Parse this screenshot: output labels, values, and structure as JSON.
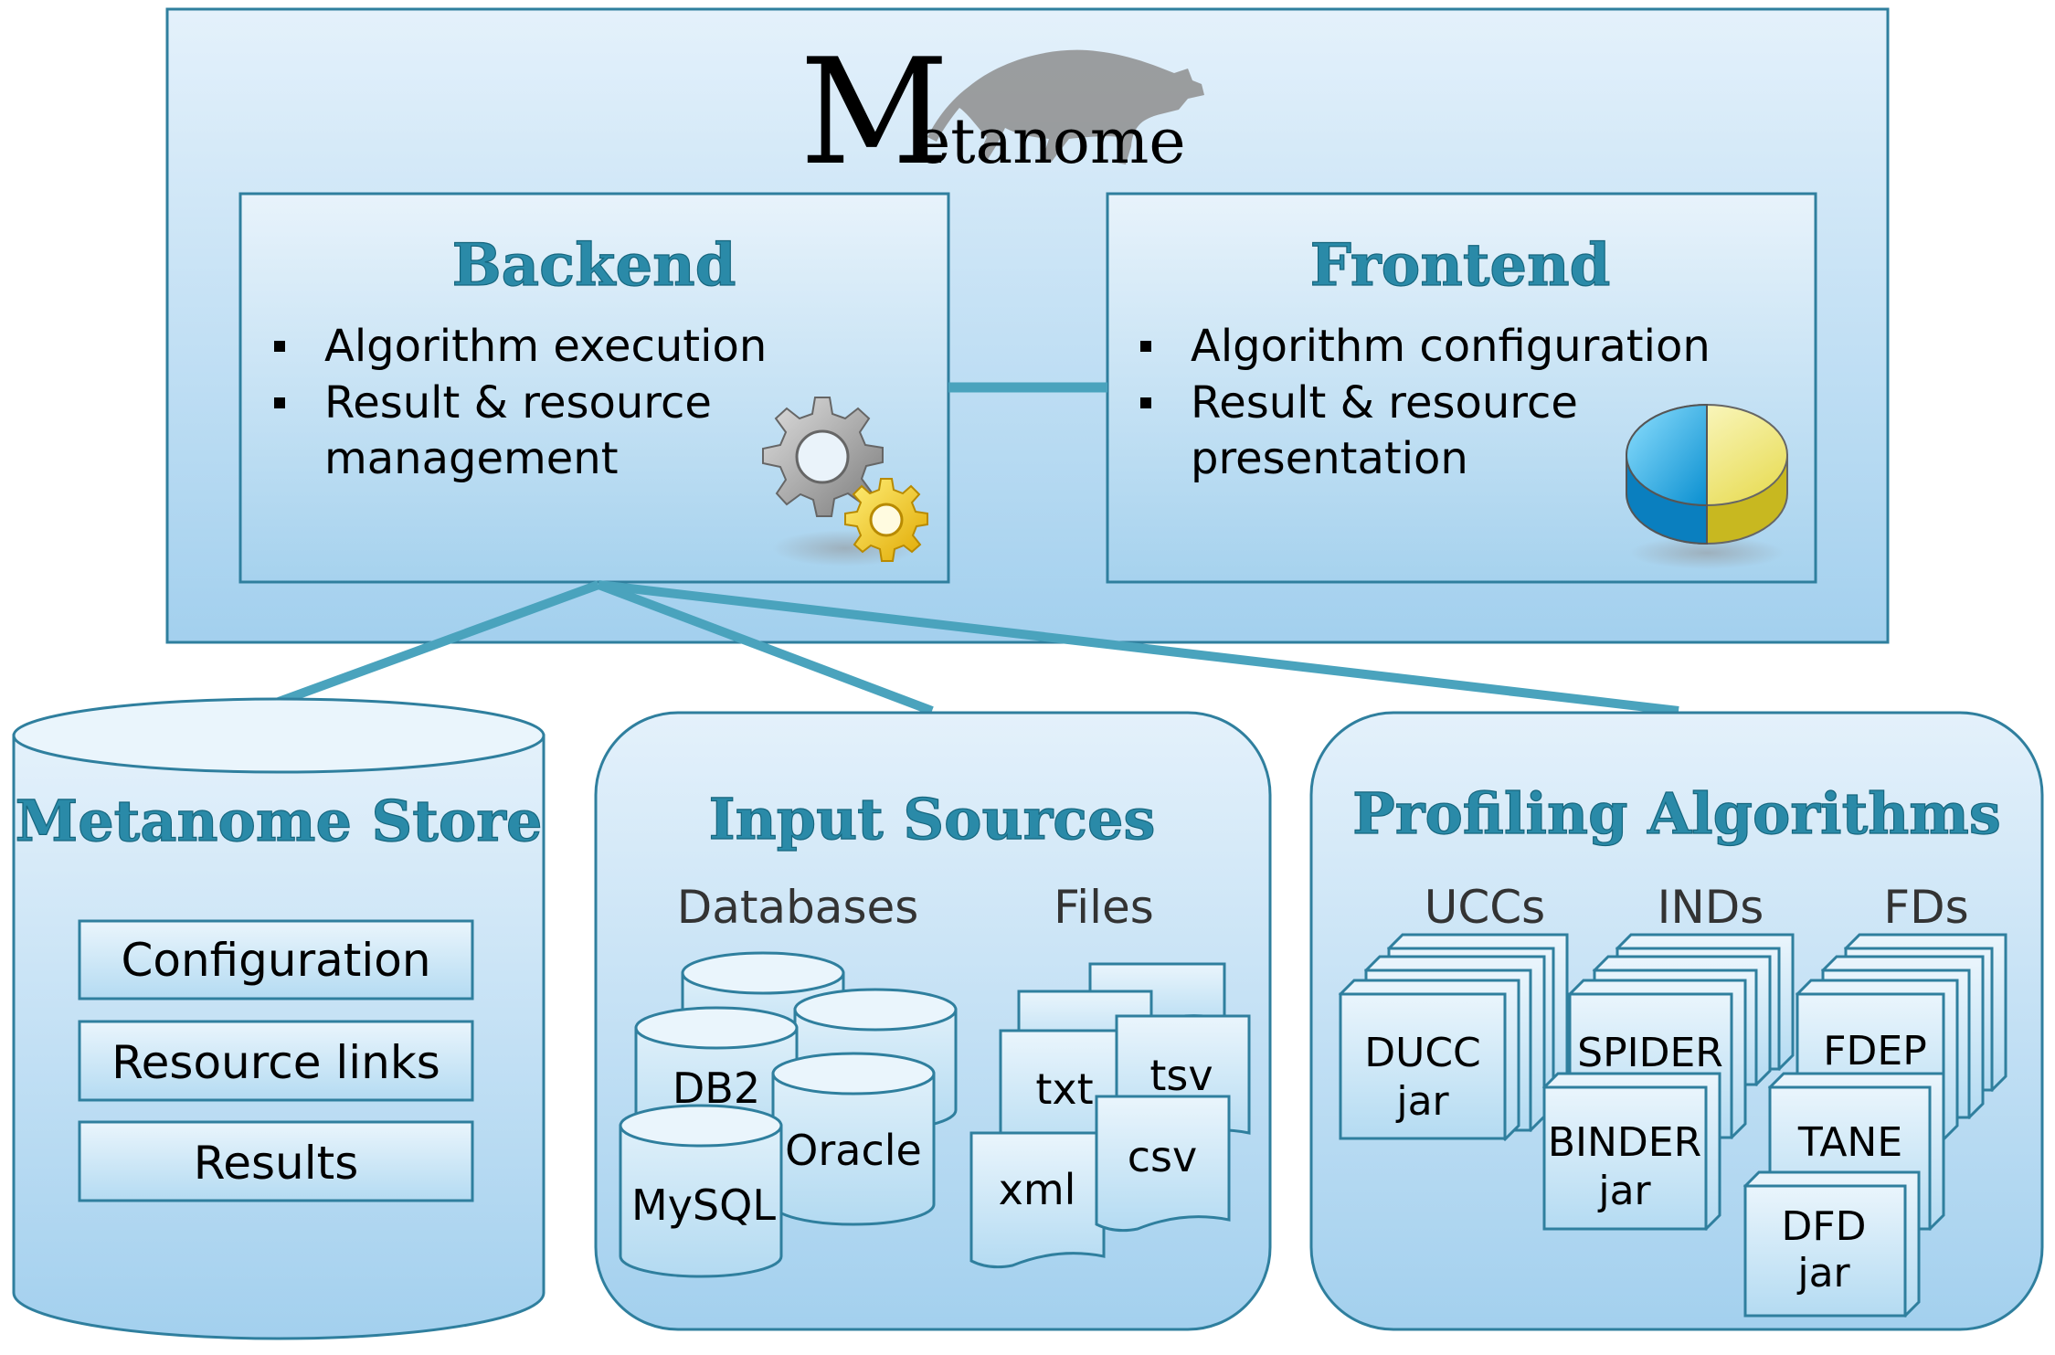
{
  "logo": {
    "text": "Metanome",
    "big_letter": "M",
    "rest": "etanome"
  },
  "backend": {
    "title": "Backend",
    "items": [
      "Algorithm execution",
      "Result & resource",
      "management"
    ]
  },
  "frontend": {
    "title": "Frontend",
    "items": [
      "Algorithm configuration",
      "Result & resource",
      "presentation"
    ]
  },
  "store": {
    "title": "Metanome Store",
    "entries": [
      "Configuration",
      "Resource links",
      "Results"
    ]
  },
  "inputs": {
    "title": "Input Sources",
    "databases_label": "Databases",
    "files_label": "Files",
    "databases": [
      "DB2",
      "Oracle",
      "MySQL"
    ],
    "files": [
      "txt",
      "tsv",
      "xml",
      "csv"
    ]
  },
  "algorithms": {
    "title": "Profiling Algorithms",
    "categories": [
      "UCCs",
      "INDs",
      "FDs"
    ],
    "ucc": {
      "line1": "DUCC",
      "line2": "jar"
    },
    "ind_spider": "SPIDER",
    "ind_binder": {
      "line1": "BINDER",
      "line2": "jar"
    },
    "fd_fdep": "FDEP",
    "fd_tane": "TANE",
    "fd_dfd": {
      "line1": "DFD",
      "line2": "jar"
    }
  },
  "colors": {
    "box_top": "#e6f2fb",
    "box_bottom": "#a8d3ee",
    "border": "#2f7f9e",
    "connector": "#4aa3bd",
    "title": "#2a8aa8"
  },
  "icons": [
    "gears-icon",
    "pie-chart-icon",
    "wolf-logo-icon"
  ]
}
